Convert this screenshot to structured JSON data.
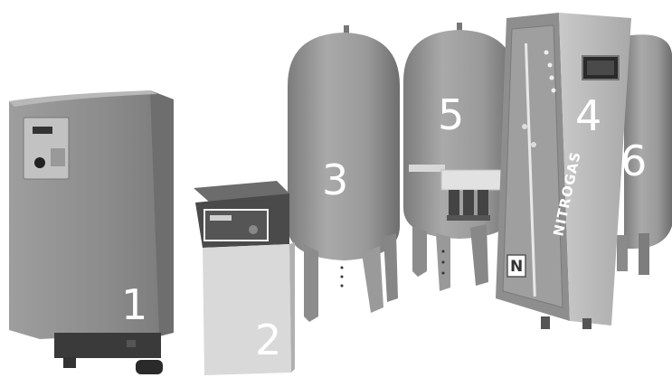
{
  "labels": {
    "unit1": "1",
    "unit2": "2",
    "unit3": "3",
    "unit4": "4",
    "unit5": "5",
    "unit6": "6"
  },
  "branding": {
    "generator_name": "NITROGAS",
    "logo_mark": "N"
  }
}
